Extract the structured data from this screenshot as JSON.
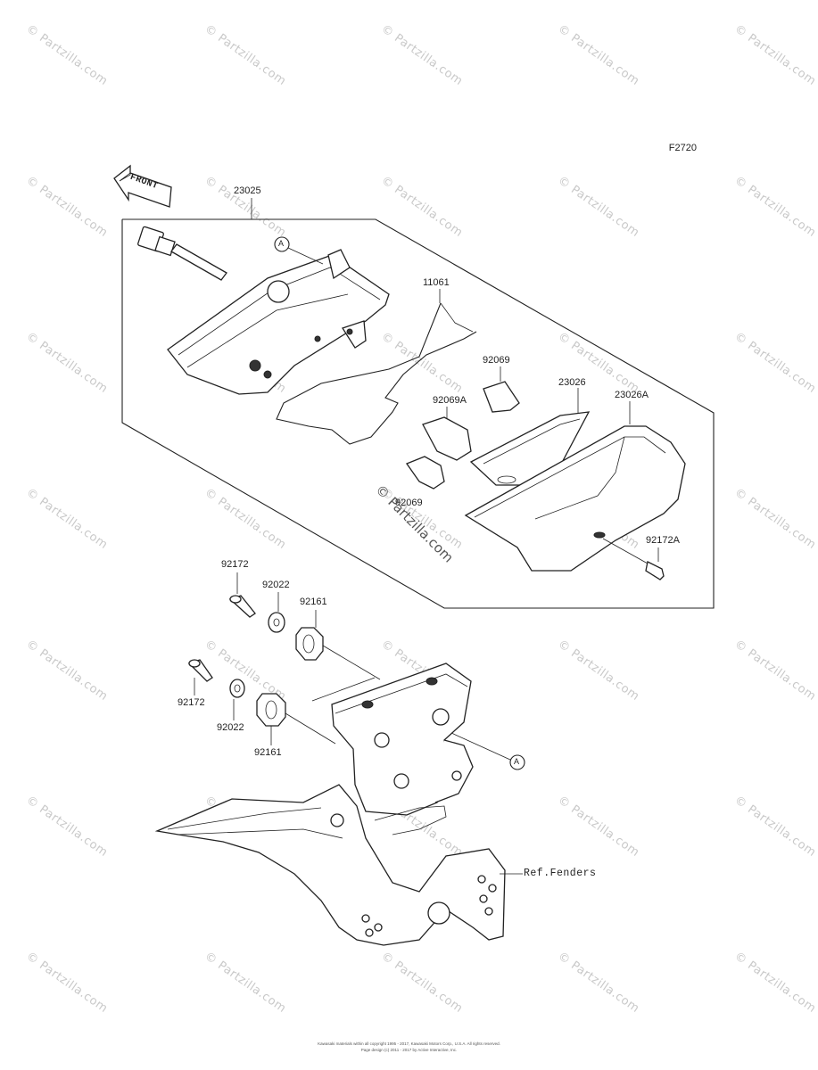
{
  "diagram": {
    "code": "F2720",
    "front_label": "FRONT",
    "ref_label": "Ref.Fenders",
    "callout_a": "A",
    "parts": {
      "p23025": "23025",
      "p11061": "11061",
      "p92069_top": "92069",
      "p92069a": "92069A",
      "p92069_bottom": "92069",
      "p23026": "23026",
      "p23026a": "23026A",
      "p92172a": "92172A",
      "p92172_top": "92172",
      "p92022_top": "92022",
      "p92161_top": "92161",
      "p92172_bottom": "92172",
      "p92022_bottom": "92022",
      "p92161_bottom": "92161"
    },
    "center_watermark": "© Partzilla.com",
    "footer_line1": "Kawasaki materials within all copyright 1995 - 2017, Kawasaki Motors Corp., U.S.A. All rights reserved.",
    "footer_line2": "Page design (c) 2011 - 2017 by Active Interactive, Inc."
  },
  "watermark": {
    "text": "© Partzilla.com"
  }
}
